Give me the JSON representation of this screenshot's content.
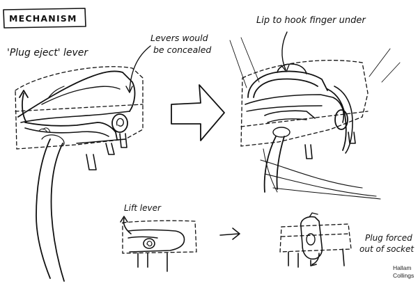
{
  "labels": {
    "title": "MECHANISM",
    "plug_eject_lever": "'Plug eject' lever",
    "levers_concealed_line1": "Levers would",
    "levers_concealed_line2": "be concealed",
    "lip_hook": "Lip to hook finger under",
    "lift_lever": "Lift lever",
    "plug_forced_line1": "Plug forced",
    "plug_forced_line2": "out of socket"
  },
  "credit": {
    "line1": "Hallam",
    "line2": "Collings"
  }
}
